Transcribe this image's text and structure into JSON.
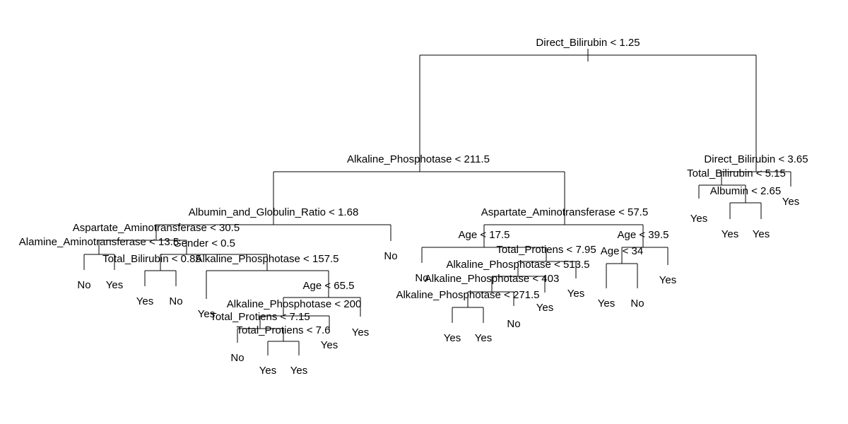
{
  "tree": {
    "label": "Direct_Bilirubin < 1.25",
    "children": [
      {
        "label": "Alkaline_Phosphotase < 211.5",
        "children": [
          {
            "label": "Albumin_and_Globulin_Ratio < 1.68",
            "children": [
              {
                "label": "Aspartate_Aminotransferase < 30.5",
                "children": [
                  {
                    "label": "Alamine_Aminotransferase < 13.5",
                    "children": [
                      {
                        "label": "No"
                      },
                      {
                        "label": "Yes"
                      }
                    ]
                  },
                  {
                    "label": "Gender < 0.5",
                    "children": [
                      {
                        "label": "Total_Bilirubin < 0.85",
                        "children": [
                          {
                            "label": "Yes"
                          },
                          {
                            "label": "No"
                          }
                        ]
                      },
                      {
                        "label": "Alkaline_Phosphotase < 157.5",
                        "children": [
                          {
                            "label": "Yes"
                          },
                          {
                            "label": "Age < 65.5",
                            "children": [
                              {
                                "label": "Alkaline_Phosphotase < 200",
                                "children": [
                                  {
                                    "label": "Total_Protiens < 7.15",
                                    "children": [
                                      {
                                        "label": "No"
                                      },
                                      {
                                        "label": "Total_Protiens < 7.6",
                                        "children": [
                                          {
                                            "label": "Yes"
                                          },
                                          {
                                            "label": "Yes"
                                          }
                                        ]
                                      }
                                    ]
                                  },
                                  {
                                    "label": "Yes"
                                  }
                                ]
                              },
                              {
                                "label": "Yes"
                              }
                            ]
                          }
                        ]
                      }
                    ]
                  }
                ]
              },
              {
                "label": "No"
              }
            ]
          },
          {
            "label": "Aspartate_Aminotransferase < 57.5",
            "children": [
              {
                "label": "Age < 17.5",
                "children": [
                  {
                    "label": "No"
                  },
                  {
                    "label": "Total_Protiens < 7.95",
                    "children": [
                      {
                        "label": "Alkaline_Phosphotase < 513.5",
                        "children": [
                          {
                            "label": "Alkaline_Phosphotase < 403",
                            "children": [
                              {
                                "label": "Alkaline_Phosphotase < 271.5",
                                "children": [
                                  {
                                    "label": "Yes"
                                  },
                                  {
                                    "label": "Yes"
                                  }
                                ]
                              },
                              {
                                "label": "No"
                              }
                            ]
                          },
                          {
                            "label": "Yes"
                          }
                        ]
                      },
                      {
                        "label": "Yes"
                      }
                    ]
                  }
                ]
              },
              {
                "label": "Age < 39.5",
                "children": [
                  {
                    "label": "Age < 34",
                    "children": [
                      {
                        "label": "Yes"
                      },
                      {
                        "label": "No"
                      }
                    ]
                  },
                  {
                    "label": "Yes"
                  }
                ]
              }
            ]
          }
        ]
      },
      {
        "label": "Direct_Bilirubin < 3.65",
        "children": [
          {
            "label": "Total_Bilirubin < 5.15",
            "children": [
              {
                "label": "Yes"
              },
              {
                "label": "Albumin < 2.65",
                "children": [
                  {
                    "label": "Yes"
                  },
                  {
                    "label": "Yes"
                  }
                ]
              }
            ]
          },
          {
            "label": "Yes"
          }
        ]
      }
    ]
  }
}
